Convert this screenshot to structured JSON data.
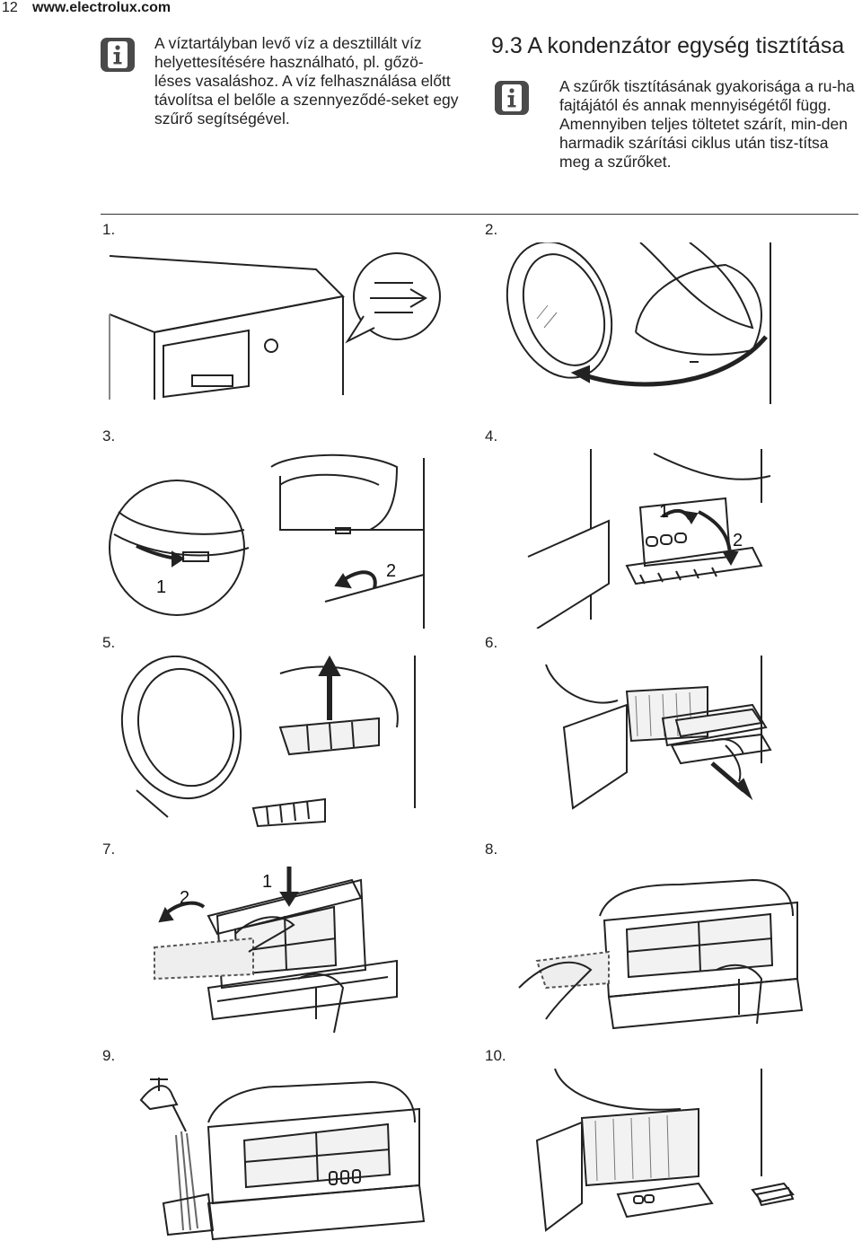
{
  "header": {
    "page_number": "12",
    "site": "www.electrolux.com"
  },
  "note_left": {
    "icon": "info-icon",
    "text": "A víztartályban levő víz a desztillált víz helyettesítésére használható, pl. gőzö-léses vasaláshoz. A víz felhasználása előtt távolítsa el belőle a szennyeződé-seket egy szűrő segítségével."
  },
  "section": {
    "title": "9.3 A kondenzátor egység tisztítása"
  },
  "note_right": {
    "icon": "info-icon",
    "paragraph1": "A szűrők tisztításának gyakorisága a ru-ha fajtájától és annak mennyiségétől függ.",
    "paragraph2": "Amennyiben teljes töltetet szárít, min-den harmadik szárítási ciklus után tisz-títsa meg a szűrőket."
  },
  "steps": [
    {
      "number": "1."
    },
    {
      "number": "2."
    },
    {
      "number": "3.",
      "labels": [
        "1",
        "2"
      ]
    },
    {
      "number": "4.",
      "labels": [
        "1",
        "2"
      ]
    },
    {
      "number": "5."
    },
    {
      "number": "6."
    },
    {
      "number": "7.",
      "labels": [
        "2",
        "1"
      ]
    },
    {
      "number": "8."
    },
    {
      "number": "9."
    },
    {
      "number": "10."
    }
  ],
  "colors": {
    "text": "#1a1a1a",
    "line": "#222222",
    "icon_bg": "#4a4a4a",
    "light_fill": "#f2f2f2"
  }
}
